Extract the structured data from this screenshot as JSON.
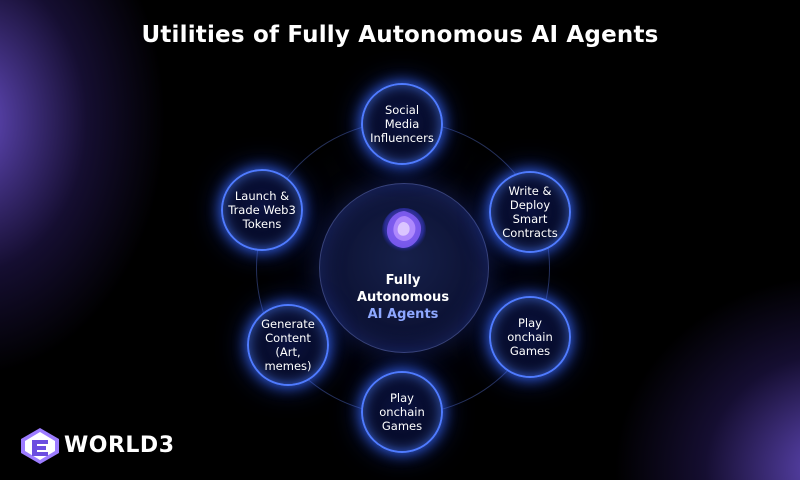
{
  "title": "Utilities of Fully Autonomous AI Agents",
  "center": {
    "line1": "Fully",
    "line2": "Autonomous",
    "line3": "AI Agents"
  },
  "nodes": [
    {
      "label": "Social\nMedia\nInfluencers"
    },
    {
      "label": "Write &\nDeploy\nSmart\nContracts"
    },
    {
      "label": "Play\nonchain\nGames"
    },
    {
      "label": "Play\nonchain\nGames"
    },
    {
      "label": "Generate\nContent\n(Art,\nmemes)"
    },
    {
      "label": "Launch &\nTrade Web3\nTokens"
    }
  ],
  "brand": {
    "name": "WORLD3",
    "logo_icon": "world3-logo-icon"
  },
  "colors": {
    "node_border": "#4f7bff",
    "accent_text": "#8ea8ff",
    "corner_glow": "#785ae6"
  }
}
